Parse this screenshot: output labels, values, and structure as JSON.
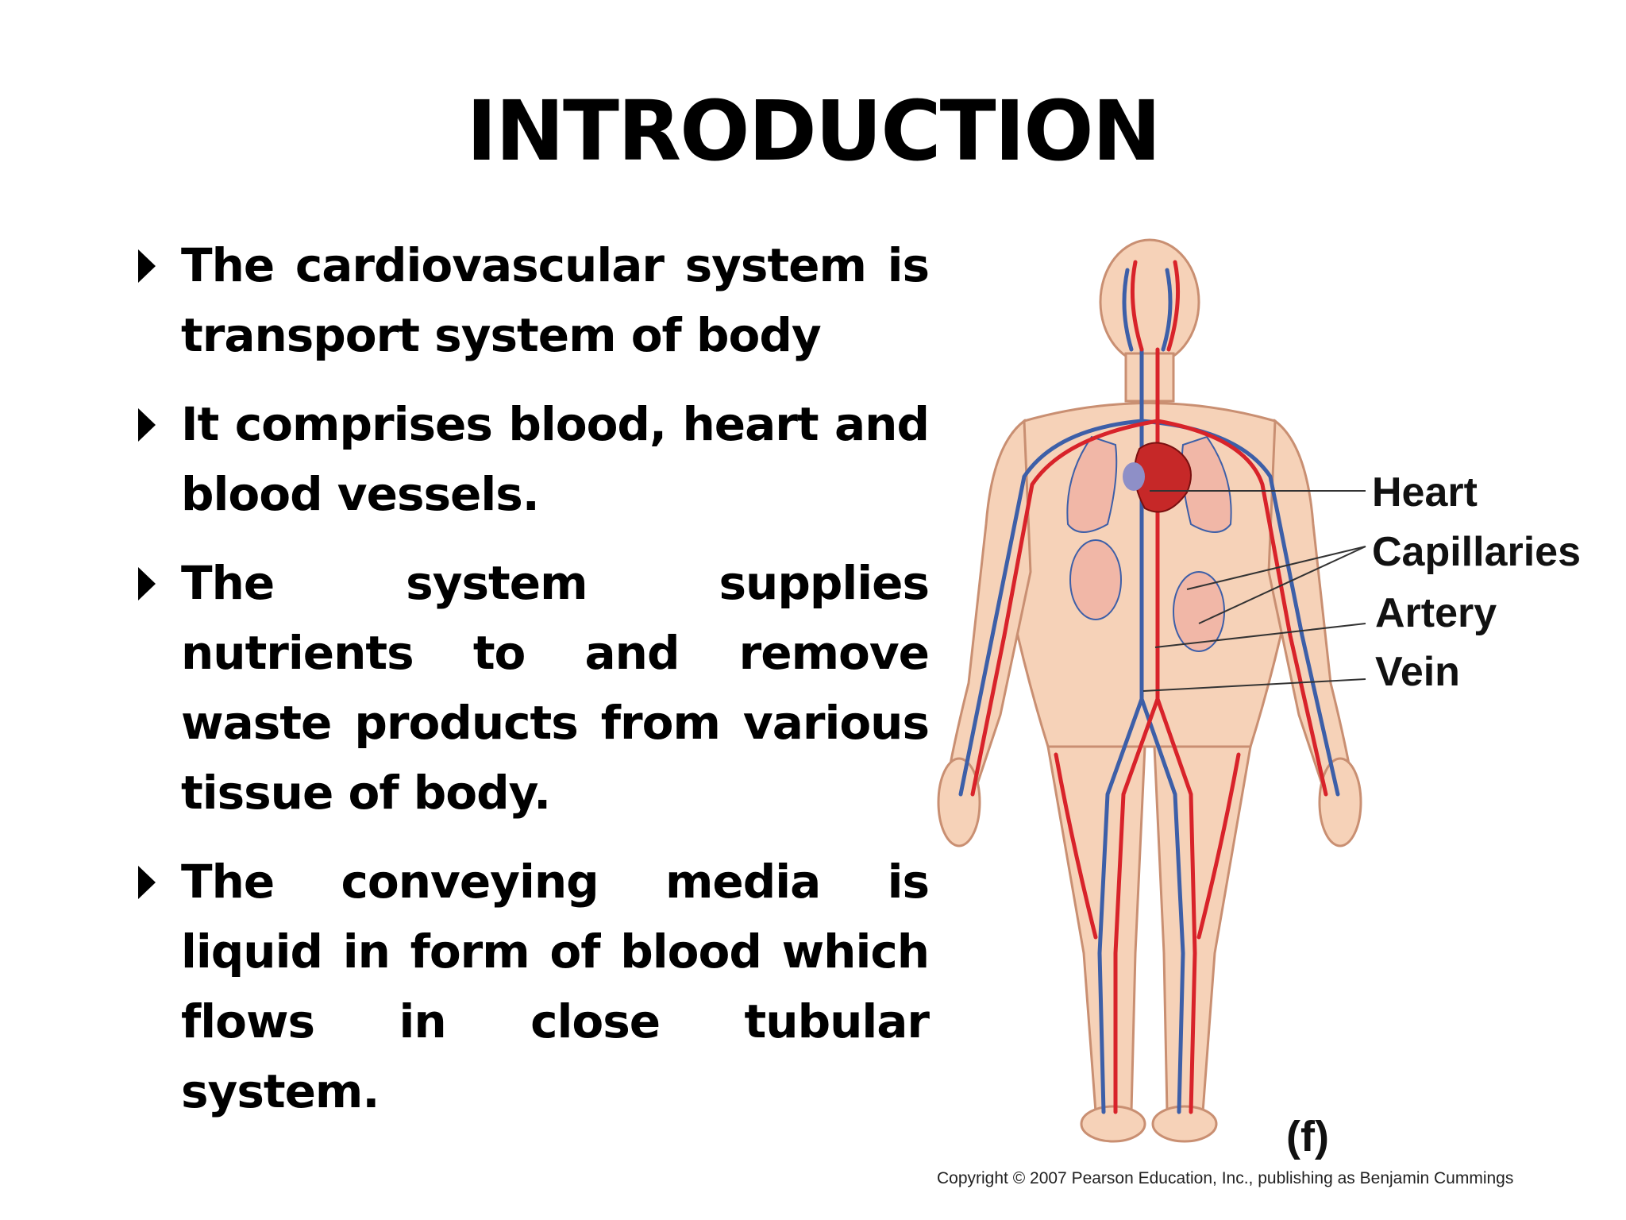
{
  "slide": {
    "title": "INTRODUCTION",
    "bullets": [
      {
        "text": "The cardiovascular system is transport system of body"
      },
      {
        "text": "It comprises blood, heart and blood vessels."
      },
      {
        "text": "The system supplies nutrients to and remove waste products from various tissue of body."
      },
      {
        "text": "The conveying media is liquid in form of blood which flows in close tubular system."
      }
    ]
  },
  "figure": {
    "labels": {
      "heart": "Heart",
      "capillaries": "Capillaries",
      "artery": "Artery",
      "vein": "Vein"
    },
    "panel": "(f)",
    "copyright": "Copyright © 2007 Pearson Education, Inc., publishing as Benjamin Cummings",
    "colors": {
      "skin": "#f6d2b8",
      "skin_outline": "#c98f72",
      "artery": "#d8232a",
      "vein": "#3d5fa8",
      "heart": "#c62828",
      "lung": "#f1b7a7"
    }
  }
}
